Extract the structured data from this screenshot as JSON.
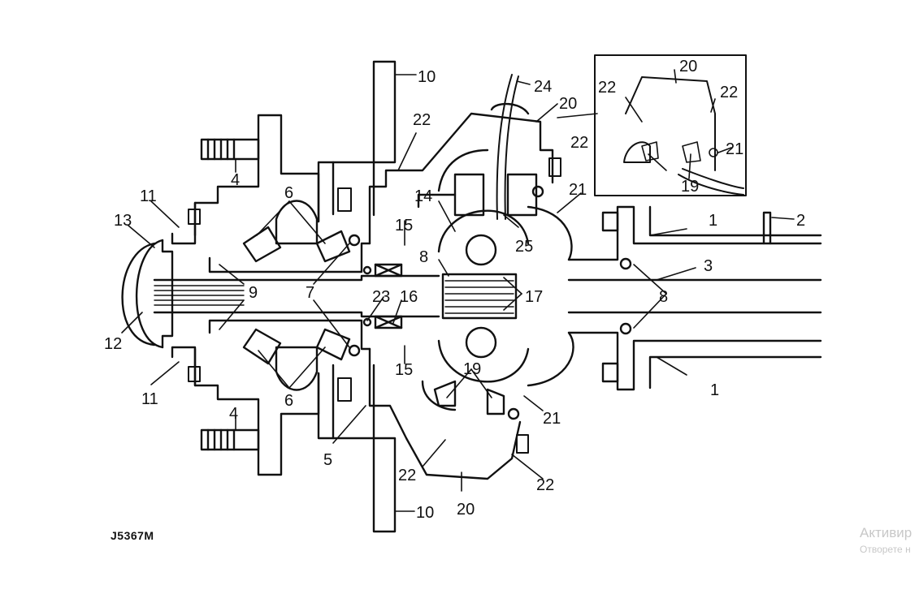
{
  "drawing_reference": "J5367M",
  "watermark": {
    "line1": "Активир",
    "line2": "Отворете н"
  },
  "callouts": [
    "1",
    "2",
    "3",
    "4",
    "5",
    "6",
    "7",
    "8",
    "9",
    "10",
    "11",
    "12",
    "13",
    "14",
    "15",
    "16",
    "17",
    "19",
    "20",
    "21",
    "22",
    "23",
    "24",
    "25"
  ]
}
